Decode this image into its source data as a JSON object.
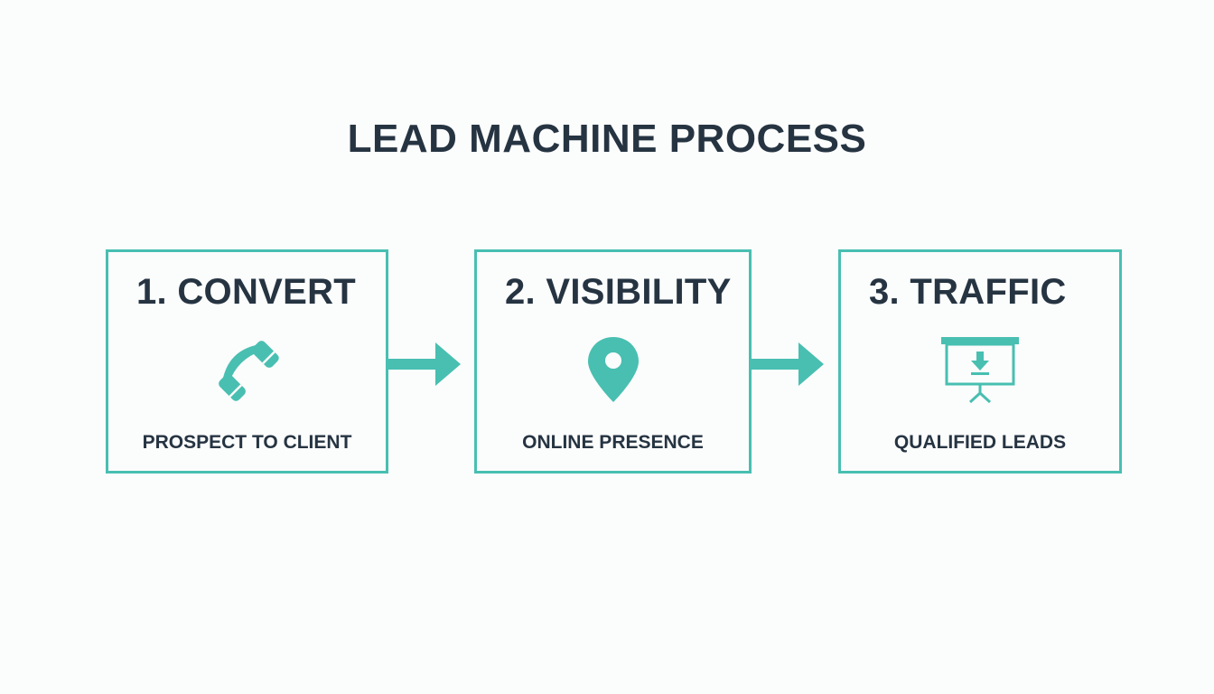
{
  "title": "LEAD MACHINE PROCESS",
  "colors": {
    "accent": "#48bfb1",
    "text": "#263442",
    "background": "#fbfcfc"
  },
  "steps": [
    {
      "heading": "1. CONVERT",
      "caption": "PROSPECT TO CLIENT",
      "icon": "phone-icon"
    },
    {
      "heading": "2. VISIBILITY",
      "caption": "ONLINE PRESENCE",
      "icon": "location-pin-icon"
    },
    {
      "heading": "3. TRAFFIC",
      "caption": "QUALIFIED LEADS",
      "icon": "presentation-board-icon"
    }
  ]
}
